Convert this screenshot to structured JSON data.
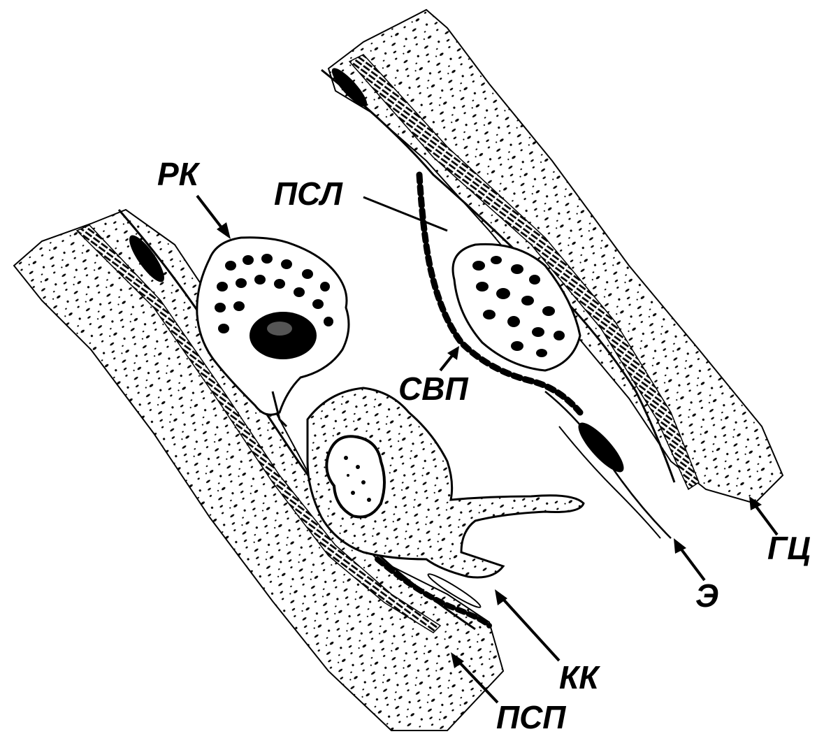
{
  "labels": {
    "rk": "РК",
    "psl": "ПСЛ",
    "svp": "СВП",
    "gc": "ГЦ",
    "e": "Э",
    "kk": "КК",
    "psp": "ПСП"
  },
  "colors": {
    "ink": "#000000",
    "paper": "#ffffff"
  }
}
